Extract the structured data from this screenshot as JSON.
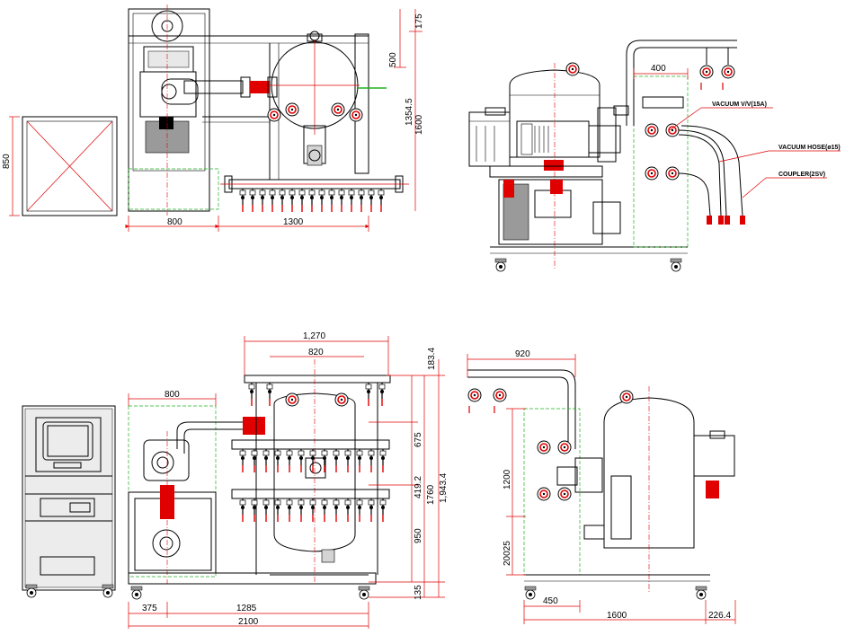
{
  "views": {
    "top_left": {
      "dims": {
        "w_800": "800",
        "w_1300": "1300",
        "h_850": "850",
        "h_175": "175",
        "h_500": "500",
        "h_1354": "1354.5",
        "h_1600": "1600"
      }
    },
    "top_right": {
      "dims": {
        "w_400": "400"
      },
      "labels": {
        "valve": "VACUUM V/V(15A)",
        "hose": "VACUUM HOSE(ø15)",
        "coupler": "COUPLER(2SV)"
      }
    },
    "bottom_left": {
      "dims": {
        "w_1270": "1,270",
        "w_820": "820",
        "w_800": "800",
        "h_183": "183.4",
        "h_675": "675",
        "h_419": "419.2",
        "h_1760": "1760",
        "h_1943": "1,943.4",
        "h_950": "950",
        "h_135": "135",
        "w_375": "375",
        "w_1285": "1285",
        "w_2100": "2100"
      }
    },
    "bottom_right": {
      "dims": {
        "w_920": "920",
        "h_1200": "1200",
        "h_20025": "20025",
        "w_450": "450",
        "w_1600": "1600",
        "w_226": "226.4"
      }
    }
  },
  "colors": {
    "line": "#000000",
    "center_line": "#e00000",
    "hidden_line": "#20b020",
    "fill_gray": "#9a9a9a"
  }
}
